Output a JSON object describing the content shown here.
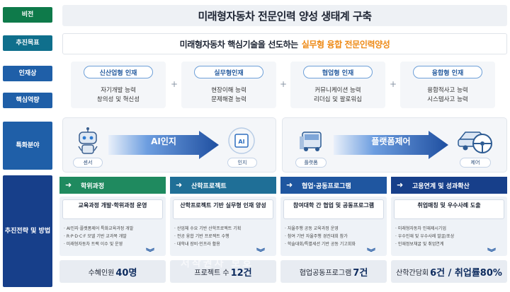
{
  "rows": {
    "vision_label": "비전",
    "goal_label": "추진목표",
    "talent_label": "인재상",
    "competency_label": "핵심역량",
    "special_label": "특화분야",
    "strategy_label": "추진전략 및 방법"
  },
  "vision": "미래형자동차 전문인력 양성 생태계 구축",
  "goal": {
    "prefix": "미래형자동차 핵심기술을 선도하는",
    "highlight": "실무형 융합 전문인력양성"
  },
  "talents": [
    {
      "title": "신산업형 인재",
      "line1": "자기개발 능력",
      "line2": "창의성 및 혁신성"
    },
    {
      "title": "실무형인재",
      "line1": "현장이해 능력",
      "line2": "문제해결 능력"
    },
    {
      "title": "협업형 인재",
      "line1": "커뮤니케이션 능력",
      "line2": "리더십 및 팔로워십"
    },
    {
      "title": "융합형 인재",
      "line1": "융합적사고 능력",
      "line2": "시스템사고 능력"
    }
  ],
  "special": {
    "left": {
      "arrow": "AI인지",
      "from": "센서",
      "to": "인지"
    },
    "right": {
      "arrow": "플랫폼제어",
      "from": "플랫폼",
      "to": "제어"
    }
  },
  "strategies": [
    {
      "head": "학위과정",
      "main": "교육과정 개발·학위과정 운영",
      "bullets": [
        "· AI인지·플랫폼제어 특화교육과정 개발",
        "· R·P·D·C·F 모델 기반 교과목 개발",
        "· 미래형자동차 트랙 이수 및 운영"
      ],
      "result_text": "수혜인원",
      "result_value": "40명"
    },
    {
      "head": "산학프로젝트",
      "main": "산학프로젝트 기반 실무형 인재 양성",
      "bullets": [
        "· 산업체 수요 기반 산학프로젝트 기획",
        "· 전공 융합 기반 프로젝트 수행",
        "· 대학내 장비·인프라 활용"
      ],
      "result_text": "프로젝트 수",
      "result_value": "12건"
    },
    {
      "head": "협업·공동프로그램",
      "main": "참여대학 간 협업 및 공동프로그램",
      "bullets": [
        "· 자율주행 공동 교육과정 운영",
        "· 참여 기반 자율주행 경진대회 참가",
        "· 학술대회/특별세션 기반 공동 기고회화"
      ],
      "result_text": "협업공동프로그램",
      "result_value": "7건"
    },
    {
      "head": "고용연계 및 성과확산",
      "main": "취업매칭 및 우수사례 도출",
      "bullets": [
        "· 미래형자동차 인재제시기업",
        "· 우수인재 및 우수사례 발굴/포상",
        "· 인재정보채굴 및 취업연계"
      ],
      "result_text": "산학간담회",
      "result_value": "6건 / 취업률80%"
    }
  ],
  "watermark": "저작권자 보호"
}
